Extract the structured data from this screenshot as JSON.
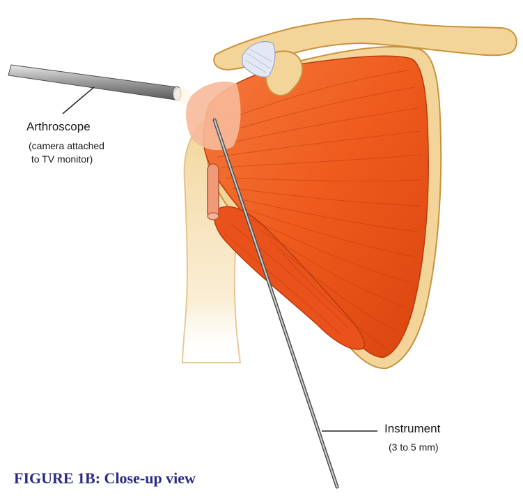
{
  "labels": {
    "arthroscope": {
      "title": "Arthroscope",
      "line1": "(camera attached",
      "line2": " to TV monitor)"
    },
    "instrument": {
      "title": "Instrument",
      "detail": "(3 to 5 mm)"
    }
  },
  "caption": "FIGURE 1B: Close-up view",
  "colors": {
    "muscle": "#ee5a1c",
    "muscle_dark": "#c83a0a",
    "bone": "#f3d59a",
    "bone_outline": "#c9923e",
    "caption": "#2a2a86",
    "tool": "#8c8c8c"
  }
}
